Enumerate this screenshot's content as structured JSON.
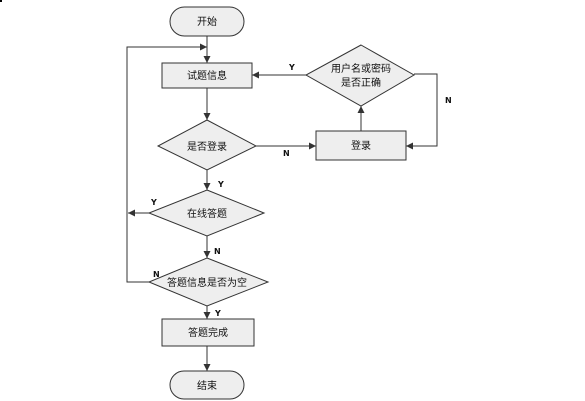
{
  "nodes": {
    "start": "开始",
    "view_questions": "试题信息",
    "is_logged_in": "是否登录",
    "login": "登录",
    "credentials_line1": "用户名或密码",
    "credentials_line2": "是否正确",
    "answer_online": "在线答题",
    "answer_empty": "答题信息是否为空",
    "answer_done": "答题完成",
    "end": "结束"
  },
  "edges": {
    "logged_in_no": "N",
    "credentials_yes": "Y",
    "credentials_no": "N",
    "logged_in_yes": "Y",
    "answer_online_yes": "Y",
    "answer_online_no": "N",
    "answer_empty_no": "N",
    "answer_empty_yes": "Y"
  }
}
